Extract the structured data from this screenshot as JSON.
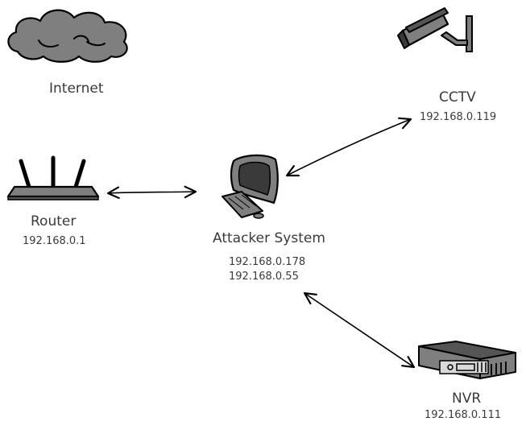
{
  "nodes": {
    "internet": {
      "label": "Internet"
    },
    "cctv": {
      "label": "CCTV",
      "ip": "192.168.0.119"
    },
    "router": {
      "label": "Router",
      "ip": "192.168.0.1"
    },
    "attacker": {
      "label": "Attacker System",
      "ips": [
        "192.168.0.178",
        "192.168.0.55"
      ]
    },
    "nvr": {
      "label": "NVR",
      "ip": "192.168.0.111"
    }
  },
  "icons": {
    "internet": "cloud-icon",
    "cctv": "cctv-camera-icon",
    "router": "router-icon",
    "attacker": "computer-icon",
    "nvr": "nvr-icon"
  },
  "colors": {
    "icon_fill": "#7f7f7f",
    "icon_dark": "#555555",
    "stroke": "#000000",
    "text": "#3a3a3a"
  }
}
